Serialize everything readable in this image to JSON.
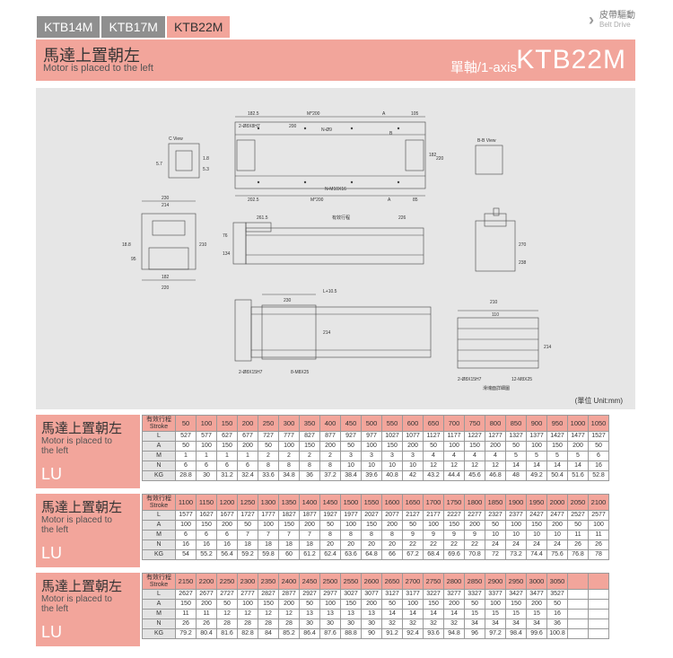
{
  "tabs": [
    "KTB14M",
    "KTB17M",
    "KTB22M"
  ],
  "brand": {
    "zh": "皮帶驅動",
    "en": "Belt Drive"
  },
  "banner": {
    "zh": "馬達上置朝左",
    "en": "Motor is placed to the left",
    "axis": "單軸/1-axis",
    "model": "KTB22M"
  },
  "drawing": {
    "dims": {
      "d1": "182.5",
      "d2": "M*200",
      "d3": "A",
      "d4": "105",
      "d5": "2-Ø8X8H7",
      "d6": "200",
      "d7": "N-Ø9",
      "d8": "B",
      "d9": "182",
      "d10": "220",
      "d11": "N-M10X16",
      "d12": "202.5",
      "d13": "M*200",
      "d14": "A",
      "d15": "85",
      "d16": "230",
      "d17": "214",
      "d18": "210",
      "d19": "182",
      "d20": "220",
      "d21": "261.5",
      "d22": "有效行程",
      "d23": "226",
      "d24": "L+10.5",
      "d25": "230",
      "d26": "210",
      "d27": "110",
      "d28": "214",
      "d29": "2-Ø8X15H7",
      "d30": "8-M8X25",
      "d31": "2-Ø8X15H7",
      "d32": "12-M8X25",
      "d33": "滑塊面詳細圖",
      "d34": "C View",
      "d35": "B-B View",
      "d36": "5.7",
      "d37": "1.8",
      "d38": "5.3",
      "d39": "18.8",
      "d40": "95",
      "d41": "270",
      "d42": "238",
      "d43": "76",
      "d44": "134",
      "d45": "214"
    },
    "unit": "(單位 Unit:mm)"
  },
  "sections": [
    {
      "zh": "馬達上置朝左",
      "en": "Motor is placed to the left",
      "code": "LU",
      "stroke_label": [
        "有效行程",
        "Stroke"
      ],
      "strokes": [
        "50",
        "100",
        "150",
        "200",
        "250",
        "300",
        "350",
        "400",
        "450",
        "500",
        "550",
        "600",
        "650",
        "700",
        "750",
        "800",
        "850",
        "900",
        "950",
        "1000",
        "1050"
      ],
      "rows": [
        {
          "name": "L",
          "values": [
            "527",
            "577",
            "627",
            "677",
            "727",
            "777",
            "827",
            "877",
            "927",
            "977",
            "1027",
            "1077",
            "1127",
            "1177",
            "1227",
            "1277",
            "1327",
            "1377",
            "1427",
            "1477",
            "1527"
          ]
        },
        {
          "name": "A",
          "values": [
            "50",
            "100",
            "150",
            "200",
            "50",
            "100",
            "150",
            "200",
            "50",
            "100",
            "150",
            "200",
            "50",
            "100",
            "150",
            "200",
            "50",
            "100",
            "150",
            "200",
            "50"
          ]
        },
        {
          "name": "M",
          "values": [
            "1",
            "1",
            "1",
            "1",
            "2",
            "2",
            "2",
            "2",
            "3",
            "3",
            "3",
            "3",
            "4",
            "4",
            "4",
            "4",
            "5",
            "5",
            "5",
            "5",
            "6"
          ]
        },
        {
          "name": "N",
          "values": [
            "6",
            "6",
            "6",
            "6",
            "8",
            "8",
            "8",
            "8",
            "10",
            "10",
            "10",
            "10",
            "12",
            "12",
            "12",
            "12",
            "14",
            "14",
            "14",
            "14",
            "16"
          ]
        },
        {
          "name": "KG",
          "values": [
            "28.8",
            "30",
            "31.2",
            "32.4",
            "33.6",
            "34.8",
            "36",
            "37.2",
            "38.4",
            "39.6",
            "40.8",
            "42",
            "43.2",
            "44.4",
            "45.6",
            "46.8",
            "48",
            "49.2",
            "50.4",
            "51.6",
            "52.8"
          ]
        }
      ]
    },
    {
      "zh": "馬達上置朝左",
      "en": "Motor is placed to the left",
      "code": "LU",
      "stroke_label": [
        "有效行程",
        "Stroke"
      ],
      "strokes": [
        "1100",
        "1150",
        "1200",
        "1250",
        "1300",
        "1350",
        "1400",
        "1450",
        "1500",
        "1550",
        "1600",
        "1650",
        "1700",
        "1750",
        "1800",
        "1850",
        "1900",
        "1950",
        "2000",
        "2050",
        "2100"
      ],
      "rows": [
        {
          "name": "L",
          "values": [
            "1577",
            "1627",
            "1677",
            "1727",
            "1777",
            "1827",
            "1877",
            "1927",
            "1977",
            "2027",
            "2077",
            "2127",
            "2177",
            "2227",
            "2277",
            "2327",
            "2377",
            "2427",
            "2477",
            "2527",
            "2577"
          ]
        },
        {
          "name": "A",
          "values": [
            "100",
            "150",
            "200",
            "50",
            "100",
            "150",
            "200",
            "50",
            "100",
            "150",
            "200",
            "50",
            "100",
            "150",
            "200",
            "50",
            "100",
            "150",
            "200",
            "50",
            "100"
          ]
        },
        {
          "name": "M",
          "values": [
            "6",
            "6",
            "6",
            "7",
            "7",
            "7",
            "7",
            "8",
            "8",
            "8",
            "8",
            "9",
            "9",
            "9",
            "9",
            "10",
            "10",
            "10",
            "10",
            "11",
            "11"
          ]
        },
        {
          "name": "N",
          "values": [
            "16",
            "16",
            "16",
            "18",
            "18",
            "18",
            "18",
            "20",
            "20",
            "20",
            "20",
            "22",
            "22",
            "22",
            "22",
            "24",
            "24",
            "24",
            "24",
            "26",
            "26"
          ]
        },
        {
          "name": "KG",
          "values": [
            "54",
            "55.2",
            "56.4",
            "59.2",
            "59.8",
            "60",
            "61.2",
            "62.4",
            "63.6",
            "64.8",
            "66",
            "67.2",
            "68.4",
            "69.6",
            "70.8",
            "72",
            "73.2",
            "74.4",
            "75.6",
            "76.8",
            "78"
          ]
        }
      ]
    },
    {
      "zh": "馬達上置朝左",
      "en": "Motor is placed to the left",
      "code": "LU",
      "stroke_label": [
        "有效行程",
        "Stroke"
      ],
      "strokes": [
        "2150",
        "2200",
        "2250",
        "2300",
        "2350",
        "2400",
        "2450",
        "2500",
        "2550",
        "2600",
        "2650",
        "2700",
        "2750",
        "2800",
        "2850",
        "2900",
        "2950",
        "3000",
        "3050",
        "",
        ""
      ],
      "rows": [
        {
          "name": "L",
          "values": [
            "2627",
            "2677",
            "2727",
            "2777",
            "2827",
            "2877",
            "2927",
            "2977",
            "3027",
            "3077",
            "3127",
            "3177",
            "3227",
            "3277",
            "3327",
            "3377",
            "3427",
            "3477",
            "3527",
            "",
            ""
          ]
        },
        {
          "name": "A",
          "values": [
            "150",
            "200",
            "50",
            "100",
            "150",
            "200",
            "50",
            "100",
            "150",
            "200",
            "50",
            "100",
            "150",
            "200",
            "50",
            "100",
            "150",
            "200",
            "50",
            "",
            ""
          ]
        },
        {
          "name": "M",
          "values": [
            "11",
            "11",
            "12",
            "12",
            "12",
            "12",
            "13",
            "13",
            "13",
            "13",
            "14",
            "14",
            "14",
            "14",
            "15",
            "15",
            "15",
            "15",
            "16",
            "",
            ""
          ]
        },
        {
          "name": "N",
          "values": [
            "26",
            "26",
            "28",
            "28",
            "28",
            "28",
            "30",
            "30",
            "30",
            "30",
            "32",
            "32",
            "32",
            "32",
            "34",
            "34",
            "34",
            "34",
            "36",
            "",
            ""
          ]
        },
        {
          "name": "KG",
          "values": [
            "79.2",
            "80.4",
            "81.6",
            "82.8",
            "84",
            "85.2",
            "86.4",
            "87.6",
            "88.8",
            "90",
            "91.2",
            "92.4",
            "93.6",
            "94.8",
            "96",
            "97.2",
            "98.4",
            "99.6",
            "100.8",
            "",
            ""
          ]
        }
      ]
    }
  ]
}
